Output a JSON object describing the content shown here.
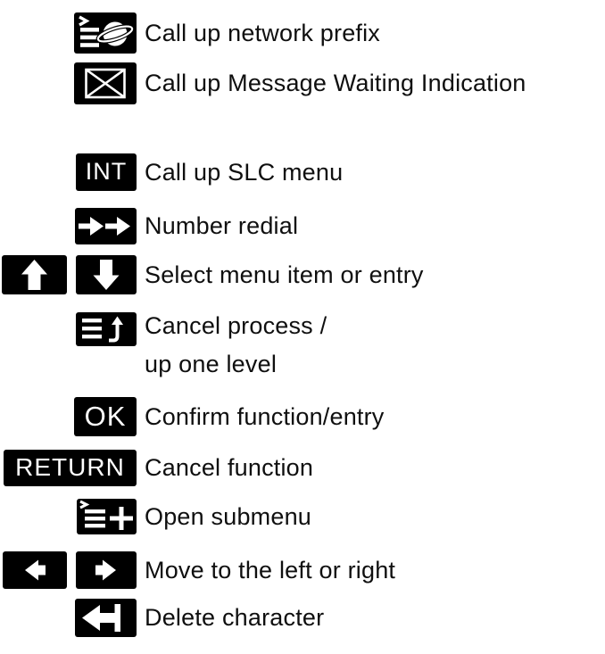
{
  "page": {
    "background_color": "#ffffff",
    "key_color": "#000000",
    "key_glyph_color": "#ffffff",
    "text_color": "#0f0f0f"
  },
  "rows": [
    {
      "label": "Call up network prefix",
      "keys": [
        {
          "icon": "menu-globe"
        }
      ]
    },
    {
      "label": "Call up Message Waiting Indication",
      "keys": [
        {
          "icon": "envelope"
        }
      ]
    },
    {
      "label": "Call up SLC menu",
      "keys": [
        {
          "text": "INT"
        }
      ]
    },
    {
      "label": "Number redial",
      "keys": [
        {
          "icon": "double-arrow-right"
        }
      ]
    },
    {
      "label": "Select menu item or entry",
      "keys": [
        {
          "icon": "arrow-up"
        },
        {
          "icon": "arrow-down"
        }
      ]
    },
    {
      "label_line1": "Cancel process /",
      "label_line2": "up one level",
      "keys": [
        {
          "icon": "menu-arrow-up"
        }
      ]
    },
    {
      "label": "Confirm function/entry",
      "keys": [
        {
          "text": "OK"
        }
      ]
    },
    {
      "label": "Cancel function",
      "keys": [
        {
          "text": "RETURN"
        }
      ]
    },
    {
      "label": "Open submenu",
      "keys": [
        {
          "icon": "menu-plus"
        }
      ]
    },
    {
      "label": "Move to the left or right",
      "keys": [
        {
          "icon": "arrow-left"
        },
        {
          "icon": "arrow-right"
        }
      ]
    },
    {
      "label": "Delete character",
      "keys": [
        {
          "icon": "delete-backspace"
        }
      ]
    }
  ]
}
